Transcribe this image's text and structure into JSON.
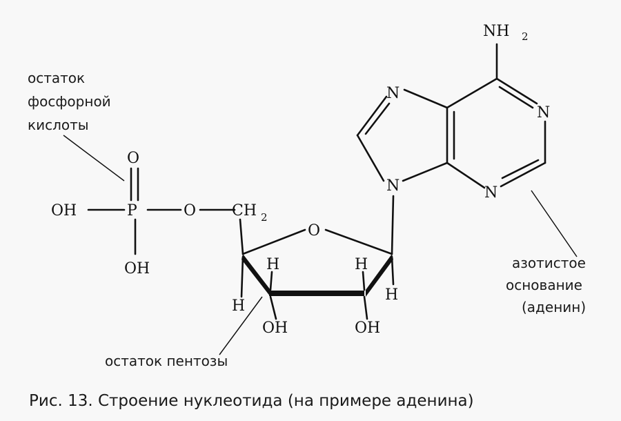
{
  "labels": {
    "phosphate": [
      "остаток",
      "фосфорной",
      "кислоты"
    ],
    "pentose": "остаток пентозы",
    "base": [
      "азотистое",
      "основание",
      "(аденин)"
    ]
  },
  "caption": "Рис. 13. Строение нуклеотида (на примере аденина)",
  "atoms": {
    "oh": "OH",
    "p": "P",
    "o": "O",
    "ch": "CH",
    "two": "2",
    "h": "H",
    "n": "N",
    "nh": "NH"
  }
}
